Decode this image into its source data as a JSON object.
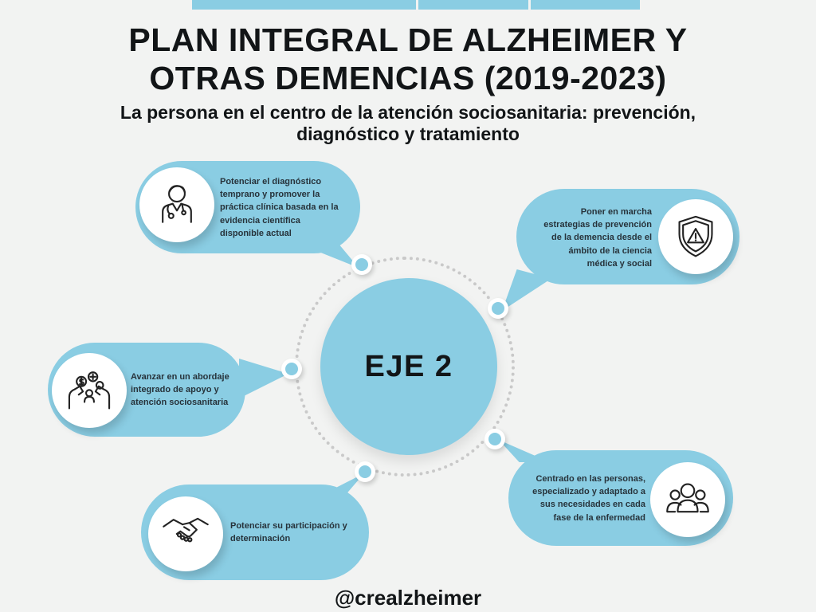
{
  "header": {
    "title_line1": "PLAN INTEGRAL DE ALZHEIMER Y",
    "title_line2": "OTRAS DEMENCIAS (2019-2023)",
    "subtitle_line1": "La persona en el centro de la atención sociosanitaria: prevención,",
    "subtitle_line2": "diagnóstico y tratamiento"
  },
  "center": {
    "label": "EJE 2"
  },
  "bubbles": [
    {
      "id": "diagnostico-temprano",
      "icon": "doctor-icon",
      "lines": [
        "Potenciar el diagnóstico",
        "temprano y promover la",
        "práctica clínica basada en la",
        "evidencia científica",
        "disponible actual"
      ]
    },
    {
      "id": "prevencion-demencia",
      "icon": "shield-alert-icon",
      "lines": [
        "Poner en marcha",
        "estrategias de prevención",
        "de la demencia desde el",
        "ámbito de la ciencia",
        "médica y social"
      ]
    },
    {
      "id": "abordaje-integrado",
      "icon": "caring-hands-icon",
      "lines": [
        "Avanzar en un abordaje",
        "integrado de apoyo y",
        "atención sociosanitaria"
      ]
    },
    {
      "id": "participacion",
      "icon": "handshake-icon",
      "lines": [
        "Potenciar su participación y",
        "determinación"
      ]
    },
    {
      "id": "centrado-personas",
      "icon": "people-group-icon",
      "lines": [
        "Centrado en las personas,",
        "especializado y adaptado a",
        "sus necesidades en cada",
        "fase de la enfermedad"
      ]
    }
  ],
  "footer": {
    "handle": "@crealzheimer"
  },
  "colors": {
    "primary": "#8acde3",
    "background": "#f2f3f2",
    "dot_ring": "#c9c9c9",
    "text_dark": "#121517",
    "bubble_text": "#27333b",
    "white": "#ffffff"
  }
}
